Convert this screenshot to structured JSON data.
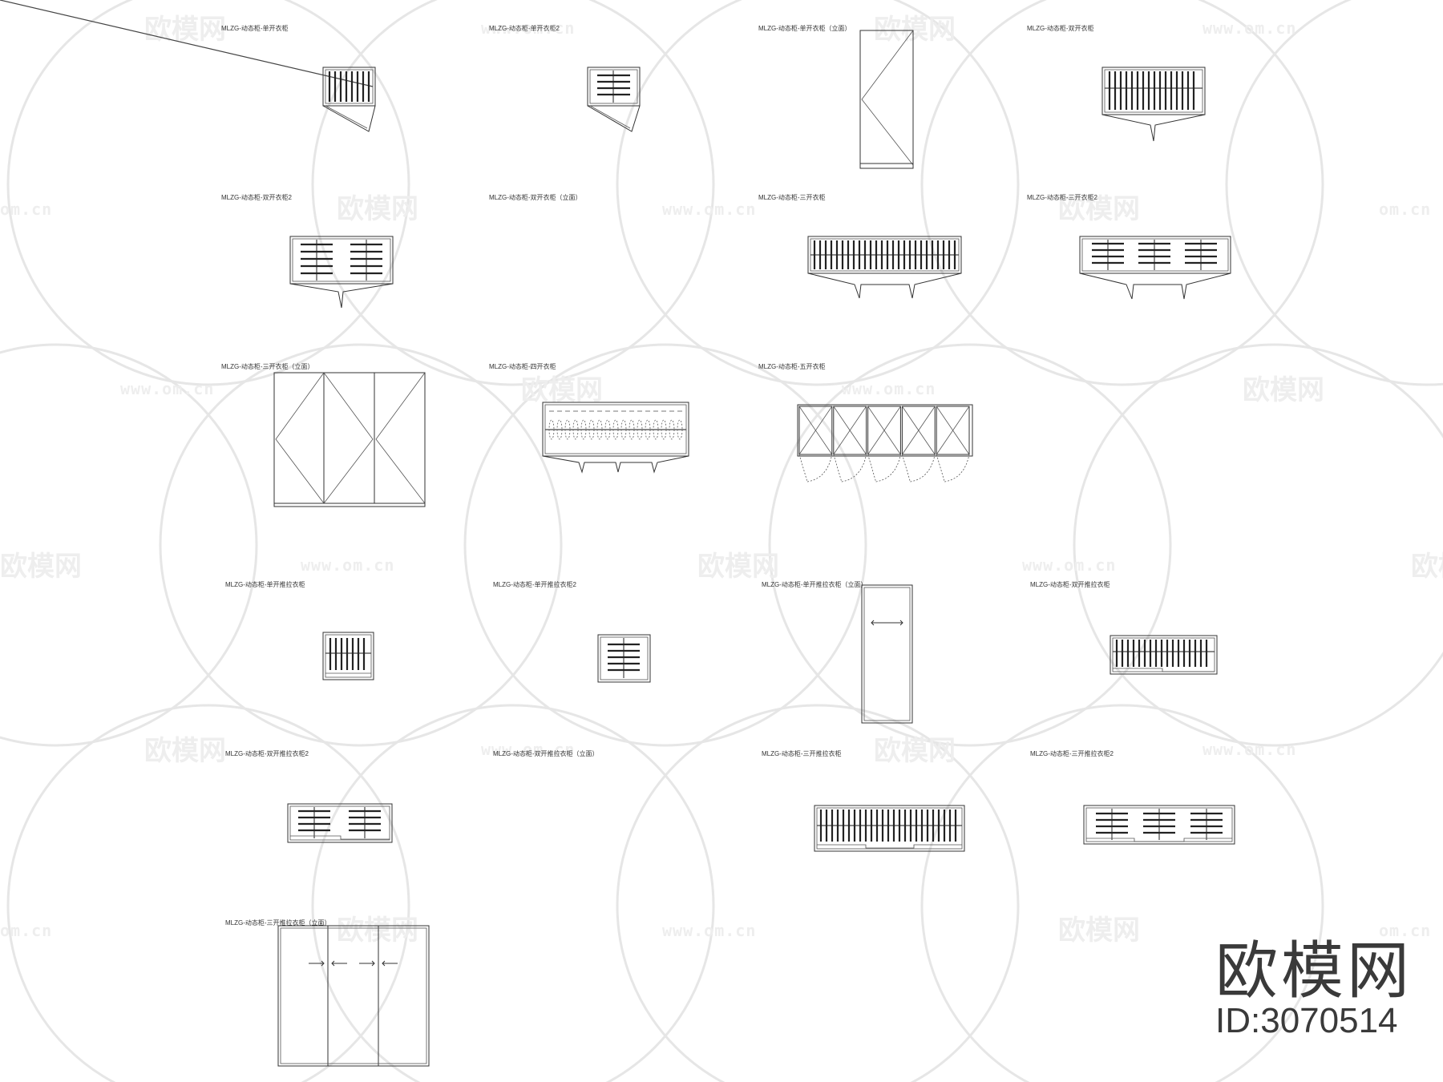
{
  "watermark": {
    "logo_text": "欧模网",
    "url_text": "www.om.cn",
    "url_fragment": "om.cn",
    "logo_fragment": "欧模网"
  },
  "brand": {
    "name": "欧模网",
    "id_label": "ID:3070514"
  },
  "colors": {
    "line": "#333333",
    "watermark": "#eeeeee",
    "brand": "#3a3a3a"
  },
  "panels": [
    {
      "id": "p1",
      "caption": "MLZG-动态柜-单开衣柜"
    },
    {
      "id": "p2",
      "caption": "MLZG-动态柜-单开衣柜2"
    },
    {
      "id": "p3",
      "caption": "MLZG-动态柜-单开衣柜（立面）"
    },
    {
      "id": "p4",
      "caption": "MLZG-动态柜-双开衣柜"
    },
    {
      "id": "p5",
      "caption": "MLZG-动态柜-双开衣柜2"
    },
    {
      "id": "p6",
      "caption": "MLZG-动态柜-双开衣柜（立面）"
    },
    {
      "id": "p7",
      "caption": "MLZG-动态柜-三开衣柜"
    },
    {
      "id": "p8",
      "caption": "MLZG-动态柜-三开衣柜2"
    },
    {
      "id": "p9",
      "caption": "MLZG-动态柜-三开衣柜（立面）"
    },
    {
      "id": "p10",
      "caption": "MLZG-动态柜-四开衣柜"
    },
    {
      "id": "p11",
      "caption": "MLZG-动态柜-五开衣柜"
    },
    {
      "id": "p12",
      "caption": "MLZG-动态柜-单开推拉衣柜"
    },
    {
      "id": "p13",
      "caption": "MLZG-动态柜-单开推拉衣柜2"
    },
    {
      "id": "p14",
      "caption": "MLZG-动态柜-单开推拉衣柜（立面）"
    },
    {
      "id": "p15",
      "caption": "MLZG-动态柜-双开推拉衣柜"
    },
    {
      "id": "p16",
      "caption": "MLZG-动态柜-双开推拉衣柜2"
    },
    {
      "id": "p17",
      "caption": "MLZG-动态柜-双开推拉衣柜（立面）"
    },
    {
      "id": "p18",
      "caption": "MLZG-动态柜-三开推拉衣柜"
    },
    {
      "id": "p19",
      "caption": "MLZG-动态柜-三开推拉衣柜2"
    },
    {
      "id": "p20",
      "caption": "MLZG-动态柜-三开推拉衣柜（立面）"
    }
  ]
}
